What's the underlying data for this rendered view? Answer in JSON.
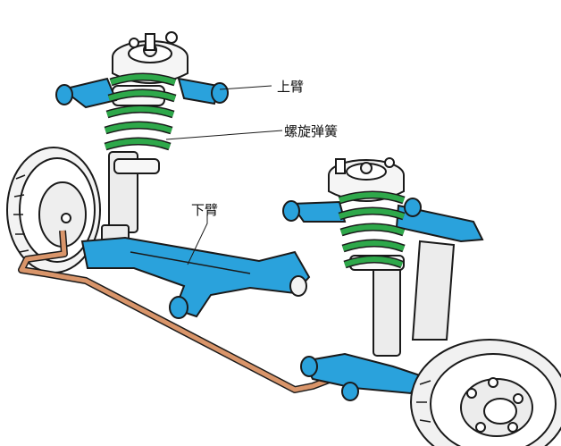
{
  "labels": {
    "upper_arm": "上臂",
    "coil_spring": "螺旋弹簧",
    "lower_arm": "下臂"
  },
  "colors": {
    "arm_blue": "#2aa2dc",
    "spring_green": "#2ea84a",
    "stabilizer_orange": "#d9956a",
    "outline": "#1a1a1a",
    "strut_gray": "#e9e9e9"
  }
}
